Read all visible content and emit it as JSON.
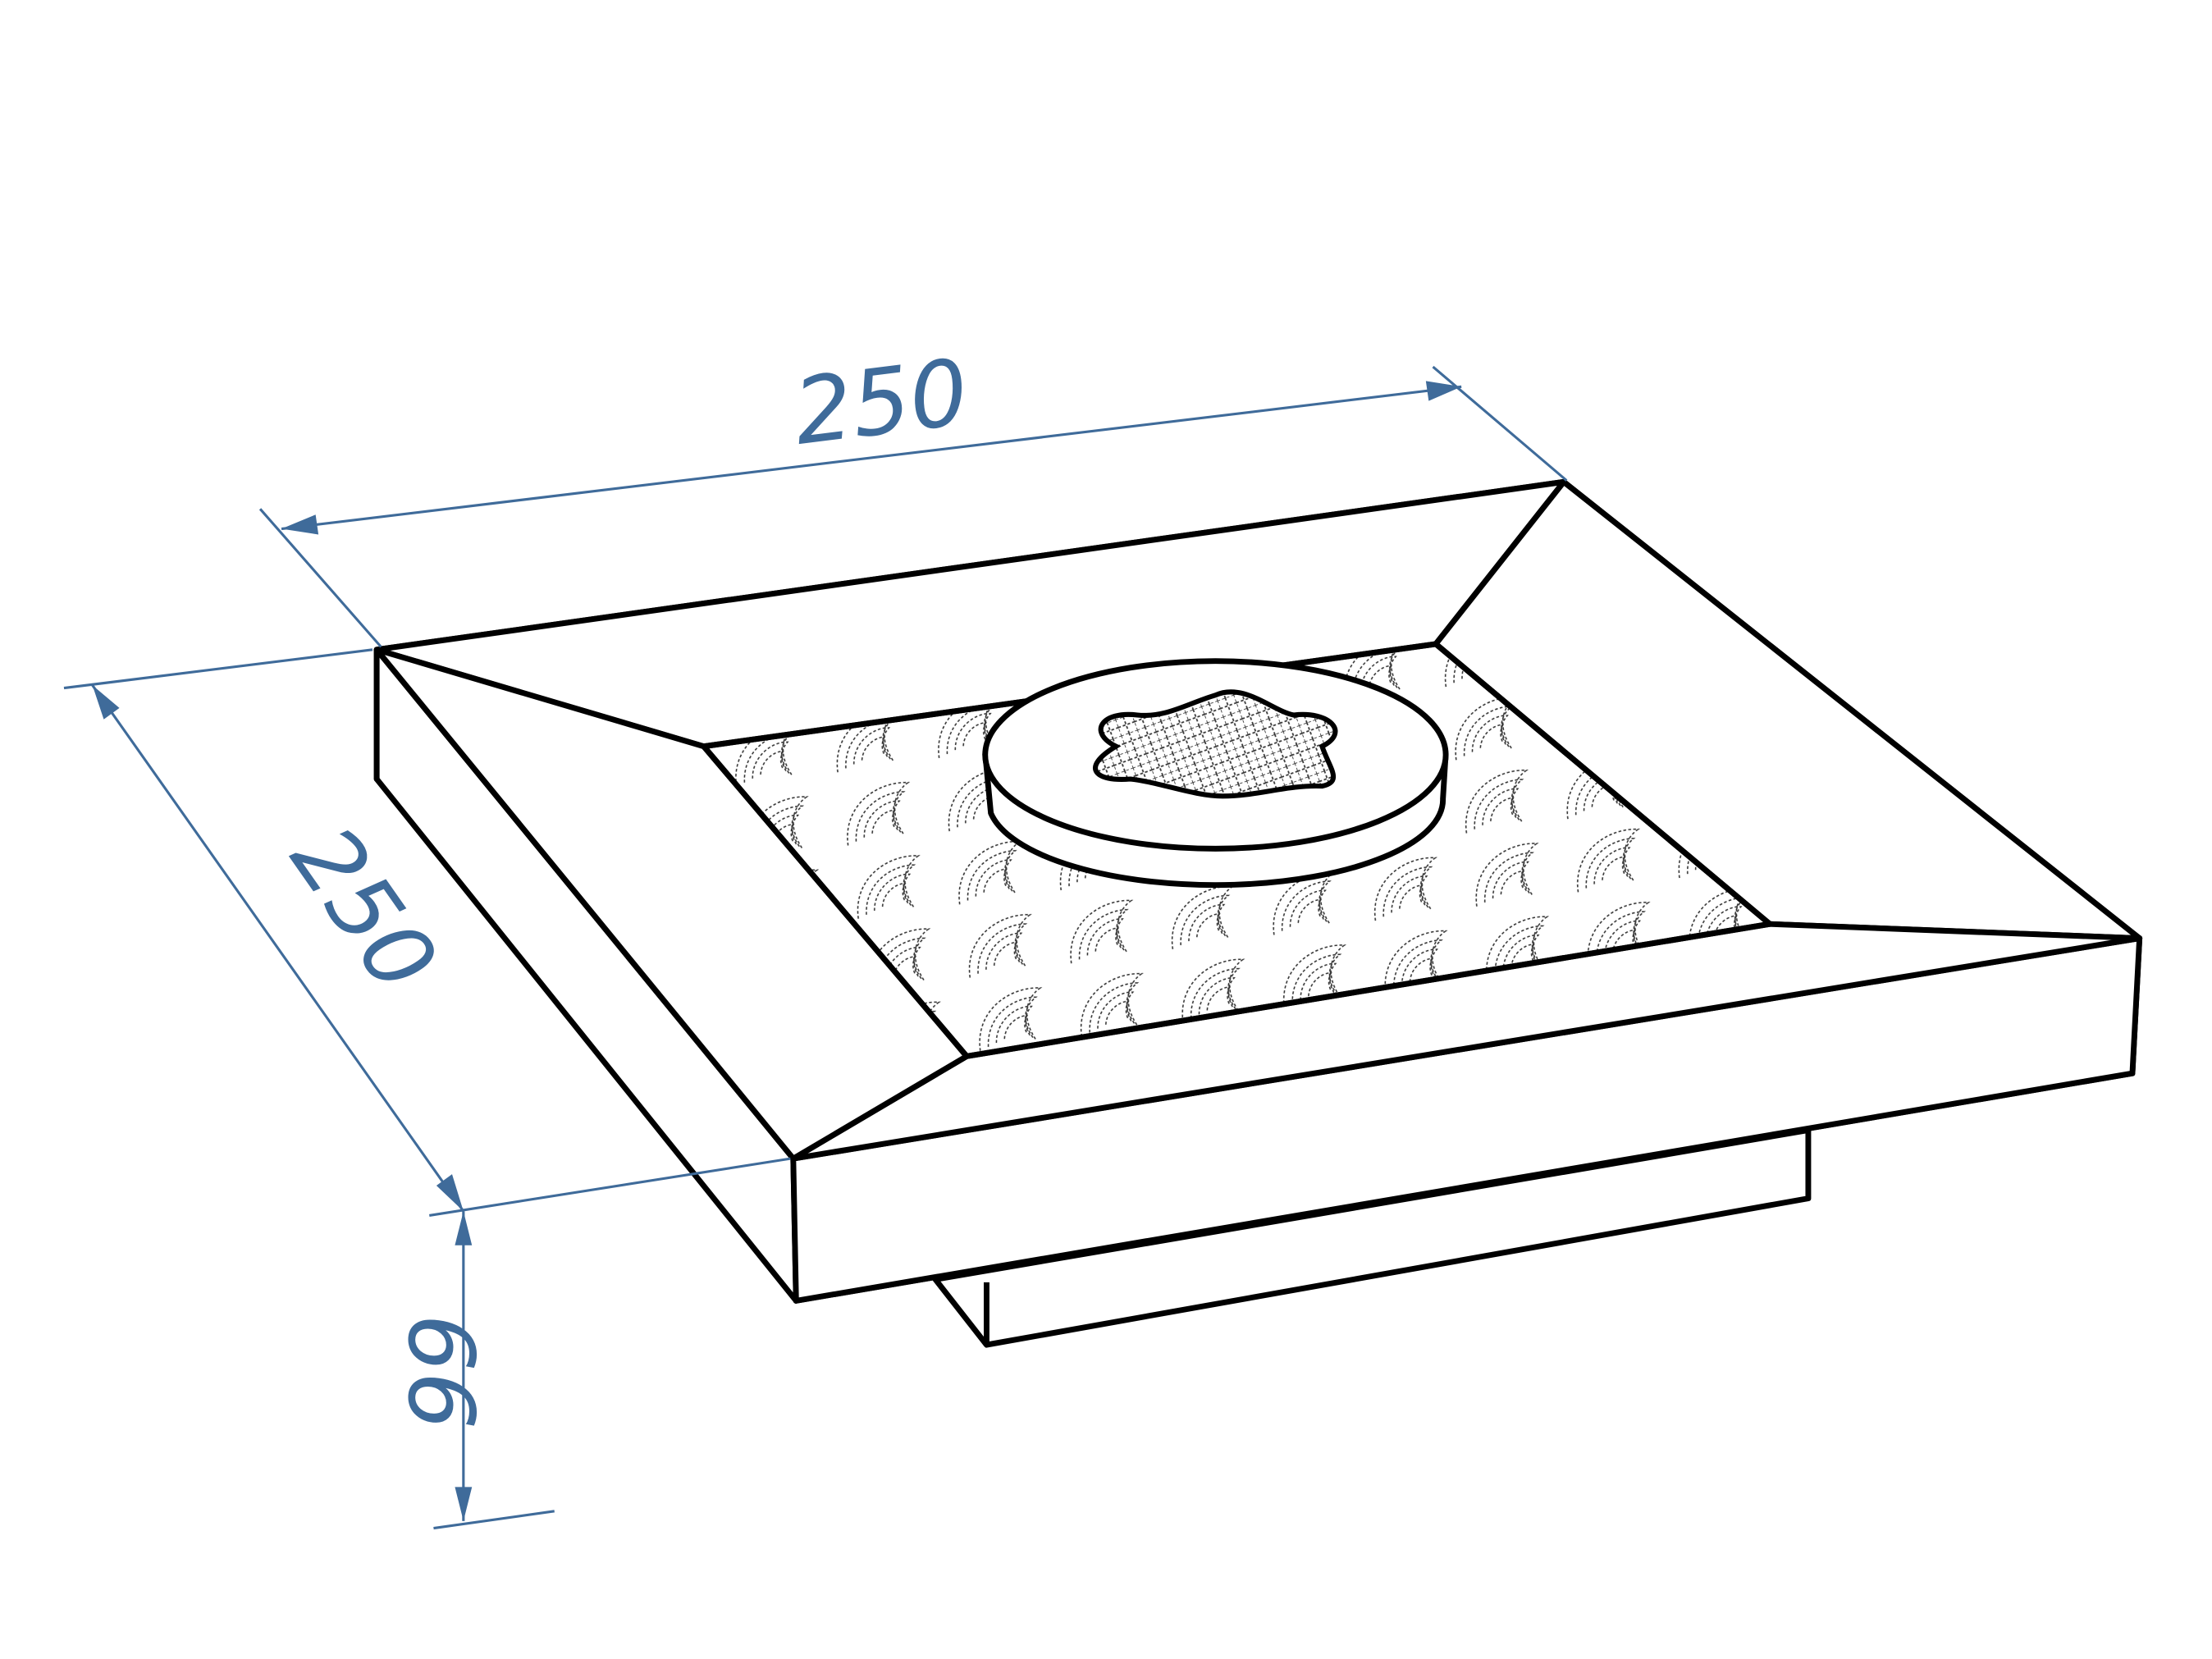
{
  "dimensions": {
    "width_top": "250",
    "depth_left": "250",
    "height": "66"
  },
  "colors": {
    "outline": "#000000",
    "dimension": "#3f6b9a",
    "background": "#ffffff"
  }
}
